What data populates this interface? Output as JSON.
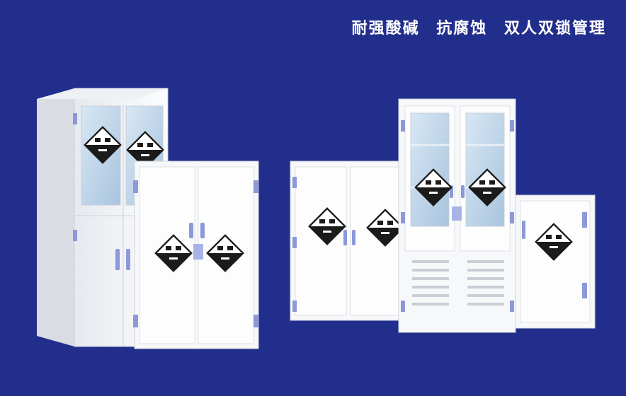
{
  "headline": {
    "parts": [
      "耐强酸碱",
      "抗腐蚀",
      "双人双锁管理"
    ]
  },
  "colors": {
    "background": "#222e8c",
    "cabinet_body": "#f4f6f8",
    "cabinet_shadow": "#d9dde3",
    "hinge_accent": "#8c98d8",
    "glass": "#b9d3e8",
    "hazard_label": "#1b1b1b"
  },
  "products": [
    {
      "name": "tall-cabinet-glass-top",
      "view": "front-left"
    },
    {
      "name": "double-door-solid-cabinet",
      "view": "front"
    },
    {
      "name": "wide-double-door-cabinet",
      "view": "front"
    },
    {
      "name": "tall-cabinet-glass-vented",
      "view": "front"
    },
    {
      "name": "small-single-door-cabinet",
      "view": "front"
    }
  ]
}
